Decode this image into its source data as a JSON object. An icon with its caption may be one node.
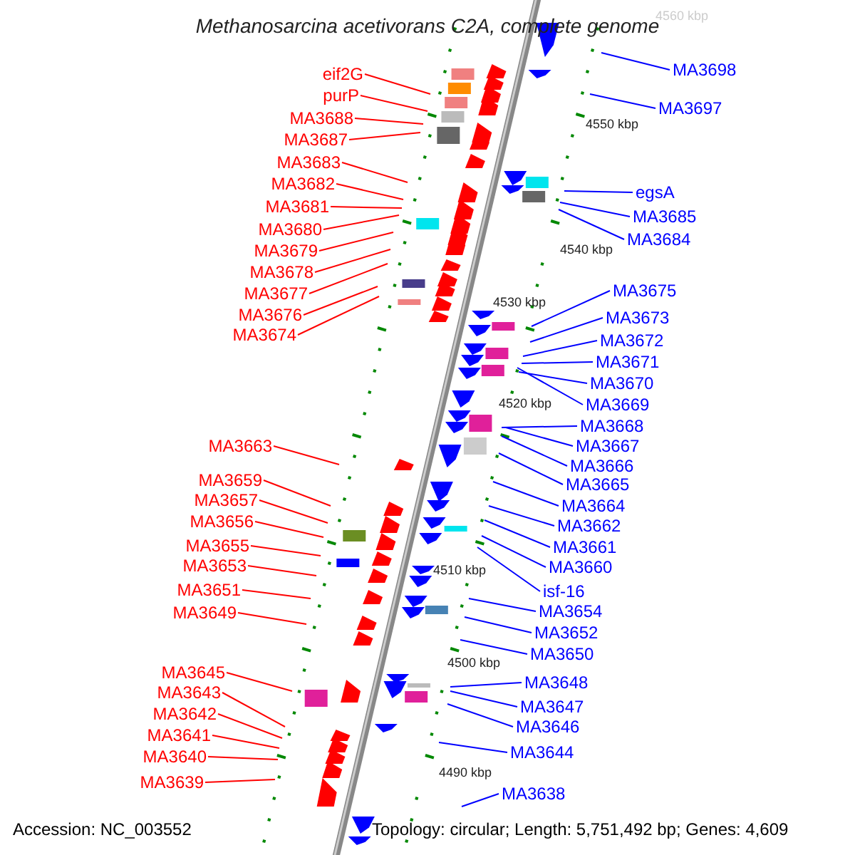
{
  "diagram": {
    "title": "Methanosarcina acetivorans C2A, complete genome",
    "nodes": [
      {
        "text": [
          "eif2G"
        ]
      },
      {
        "text": [
          "purP"
        ]
      },
      {
        "text": [
          "MA3688"
        ]
      },
      {
        "text": [
          "MA3687"
        ]
      },
      {
        "text": [
          "MA3683"
        ]
      },
      {
        "text": [
          "MA3682"
        ]
      },
      {
        "text": [
          "MA3681"
        ]
      },
      {
        "text": [
          "MA3680"
        ]
      },
      {
        "text": [
          "MA3679"
        ]
      },
      {
        "text": [
          "MA3678"
        ]
      },
      {
        "text": [
          "MA3677"
        ]
      },
      {
        "text": [
          "MA3676"
        ]
      },
      {
        "text": [
          "MA3674"
        ]
      },
      {
        "text": [
          "MA3663"
        ]
      },
      {
        "text": [
          "MA3659"
        ]
      },
      {
        "text": [
          "MA3657"
        ]
      },
      {
        "text": [
          "MA3656"
        ]
      },
      {
        "text": [
          "MA3655"
        ]
      },
      {
        "text": [
          "MA3653"
        ]
      },
      {
        "text": [
          "MA3651"
        ]
      },
      {
        "text": [
          "MA3649"
        ]
      },
      {
        "text": [
          "MA3645"
        ]
      },
      {
        "text": [
          "MA3643"
        ]
      },
      {
        "text": [
          "MA3642"
        ]
      },
      {
        "text": [
          "MA3641"
        ]
      },
      {
        "text": [
          "MA3640"
        ]
      },
      {
        "text": [
          "MA3639"
        ]
      },
      {
        "text": [
          "MA3698"
        ]
      },
      {
        "text": [
          "MA3697"
        ]
      },
      {
        "text": [
          "egsA"
        ]
      },
      {
        "text": [
          "MA3685"
        ]
      },
      {
        "text": [
          "MA3684"
        ]
      },
      {
        "text": [
          "MA3675"
        ]
      },
      {
        "text": [
          "MA3673"
        ]
      },
      {
        "text": [
          "MA3672"
        ]
      },
      {
        "text": [
          "MA3671"
        ]
      },
      {
        "text": [
          "MA3670"
        ]
      },
      {
        "text": [
          "MA3669"
        ]
      },
      {
        "text": [
          "MA3668"
        ]
      },
      {
        "text": [
          "MA3667"
        ]
      },
      {
        "text": [
          "MA3666"
        ]
      },
      {
        "text": [
          "MA3665"
        ]
      },
      {
        "text": [
          "MA3664"
        ]
      },
      {
        "text": [
          "MA3662"
        ]
      },
      {
        "text": [
          "MA3661"
        ]
      },
      {
        "text": [
          "MA3660"
        ]
      },
      {
        "text": [
          "isf-16"
        ]
      },
      {
        "text": [
          "MA3654"
        ]
      },
      {
        "text": [
          "MA3652"
        ]
      },
      {
        "text": [
          "MA3650"
        ]
      },
      {
        "text": [
          "MA3648"
        ]
      },
      {
        "text": [
          "MA3647"
        ]
      },
      {
        "text": [
          "MA3646"
        ]
      },
      {
        "text": [
          "MA3644"
        ]
      },
      {
        "text": [
          "MA3638"
        ]
      }
    ],
    "edges": [
      {
        "from": 0,
        "to": null,
        "arrow": "none",
        "color": "#ff0000"
      },
      {
        "from": 1,
        "to": null,
        "arrow": "none",
        "color": "#ff0000"
      },
      {
        "from": 2,
        "to": null,
        "arrow": "none",
        "color": "#ff0000"
      },
      {
        "from": 3,
        "to": null,
        "arrow": "none",
        "color": "#ff0000"
      },
      {
        "from": 4,
        "to": null,
        "arrow": "none",
        "color": "#ff0000"
      },
      {
        "from": 5,
        "to": null,
        "arrow": "none",
        "color": "#ff0000"
      },
      {
        "from": 6,
        "to": null,
        "arrow": "none",
        "color": "#ff0000"
      },
      {
        "from": 7,
        "to": null,
        "arrow": "none",
        "color": "#ff0000"
      },
      {
        "from": 8,
        "to": null,
        "arrow": "none",
        "color": "#ff0000"
      },
      {
        "from": 9,
        "to": null,
        "arrow": "none",
        "color": "#ff0000"
      },
      {
        "from": 10,
        "to": null,
        "arrow": "none",
        "color": "#ff0000"
      },
      {
        "from": 11,
        "to": null,
        "arrow": "none",
        "color": "#ff0000"
      },
      {
        "from": 12,
        "to": null,
        "arrow": "none",
        "color": "#ff0000"
      },
      {
        "from": 13,
        "to": null,
        "arrow": "none",
        "color": "#ff0000"
      },
      {
        "from": 14,
        "to": null,
        "arrow": "none",
        "color": "#ff0000"
      },
      {
        "from": 15,
        "to": null,
        "arrow": "none",
        "color": "#ff0000"
      },
      {
        "from": 16,
        "to": null,
        "arrow": "none",
        "color": "#ff0000"
      },
      {
        "from": 17,
        "to": null,
        "arrow": "none",
        "color": "#ff0000"
      },
      {
        "from": 18,
        "to": null,
        "arrow": "none",
        "color": "#ff0000"
      },
      {
        "from": 19,
        "to": null,
        "arrow": "none",
        "color": "#ff0000"
      },
      {
        "from": 20,
        "to": null,
        "arrow": "none",
        "color": "#ff0000"
      },
      {
        "from": 21,
        "to": null,
        "arrow": "none",
        "color": "#ff0000"
      },
      {
        "from": 22,
        "to": null,
        "arrow": "none",
        "color": "#ff0000"
      },
      {
        "from": 23,
        "to": null,
        "arrow": "none",
        "color": "#ff0000"
      },
      {
        "from": 24,
        "to": null,
        "arrow": "none",
        "color": "#ff0000"
      },
      {
        "from": 25,
        "to": null,
        "arrow": "none",
        "color": "#ff0000"
      },
      {
        "from": 26,
        "to": null,
        "arrow": "none",
        "color": "#ff0000"
      },
      {
        "from": 27,
        "to": null,
        "arrow": "none",
        "color": "#0000ff"
      },
      {
        "from": 28,
        "to": null,
        "arrow": "none",
        "color": "#0000ff"
      },
      {
        "from": 29,
        "to": null,
        "arrow": "none",
        "color": "#0000ff"
      },
      {
        "from": 30,
        "to": null,
        "arrow": "none",
        "color": "#0000ff"
      },
      {
        "from": 31,
        "to": null,
        "arrow": "none",
        "color": "#0000ff"
      },
      {
        "from": 32,
        "to": null,
        "arrow": "none",
        "color": "#0000ff"
      },
      {
        "from": 33,
        "to": null,
        "arrow": "none",
        "color": "#0000ff"
      },
      {
        "from": 34,
        "to": null,
        "arrow": "none",
        "color": "#0000ff"
      },
      {
        "from": 35,
        "to": null,
        "arrow": "none",
        "color": "#0000ff"
      },
      {
        "from": 36,
        "to": null,
        "arrow": "none",
        "color": "#0000ff"
      },
      {
        "from": 37,
        "to": null,
        "arrow": "none",
        "color": "#0000ff"
      },
      {
        "from": 38,
        "to": null,
        "arrow": "none",
        "color": "#0000ff"
      },
      {
        "from": 39,
        "to": null,
        "arrow": "none",
        "color": "#0000ff"
      },
      {
        "from": 40,
        "to": null,
        "arrow": "none",
        "color": "#0000ff"
      },
      {
        "from": 41,
        "to": null,
        "arrow": "none",
        "color": "#0000ff"
      },
      {
        "from": 42,
        "to": null,
        "arrow": "none",
        "color": "#0000ff"
      },
      {
        "from": 43,
        "to": null,
        "arrow": "none",
        "color": "#0000ff"
      },
      {
        "from": 44,
        "to": null,
        "arrow": "none",
        "color": "#0000ff"
      },
      {
        "from": 45,
        "to": null,
        "arrow": "none",
        "color": "#0000ff"
      },
      {
        "from": 46,
        "to": null,
        "arrow": "none",
        "color": "#0000ff"
      },
      {
        "from": 47,
        "to": null,
        "arrow": "none",
        "color": "#0000ff"
      },
      {
        "from": 48,
        "to": null,
        "arrow": "none",
        "color": "#0000ff"
      },
      {
        "from": 49,
        "to": null,
        "arrow": "none",
        "color": "#0000ff"
      },
      {
        "from": 50,
        "to": null,
        "arrow": "none",
        "color": "#0000ff"
      },
      {
        "from": 51,
        "to": null,
        "arrow": "none",
        "color": "#0000ff"
      },
      {
        "from": 52,
        "to": null,
        "arrow": "none",
        "color": "#0000ff"
      },
      {
        "from": 53,
        "to": null,
        "arrow": "none",
        "color": "#0000ff"
      },
      {
        "from": 54,
        "to": null,
        "arrow": "none",
        "color": "#0000ff"
      }
    ],
    "labels": [
      "4560 kbp",
      "4550 kbp",
      "4540 kbp",
      "4530 kbp",
      "4520 kbp",
      "4510 kbp",
      "4500 kbp",
      "4490 kbp",
      "Accession: NC_003552",
      "Topology: circular; Length: 5,751,492 bp; Genes: 4,609"
    ]
  }
}
